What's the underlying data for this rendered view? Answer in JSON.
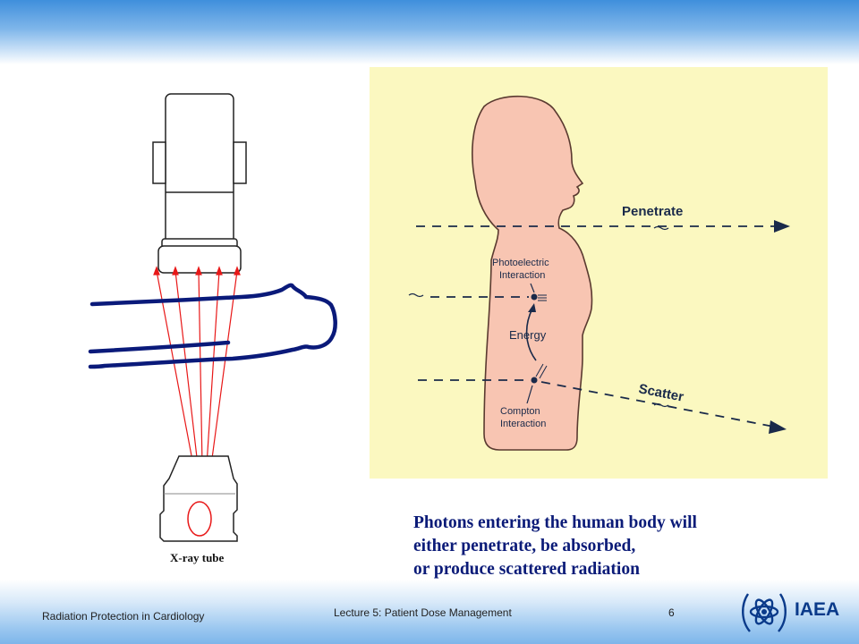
{
  "header": {},
  "figure_right": {
    "labels": {
      "penetrate": "Penetrate",
      "photoelectric": [
        "Photoelectric",
        "Interaction"
      ],
      "energy": "Energy",
      "scatter": "Scatter",
      "compton": [
        "Compton",
        "Interaction"
      ]
    },
    "background_color": "#fbf8c0",
    "body_color": "#f8c5b2"
  },
  "figure_left": {
    "tube_label": "X-ray tube",
    "patient_outline_color": "#0a1a7a",
    "beam_color": "#e81818"
  },
  "caption": {
    "lines": [
      "Photons entering the human body will",
      "either penetrate, be absorbed,",
      "or produce scattered radiation"
    ]
  },
  "footer": {
    "course": "Radiation Protection in Cardiology",
    "lecture": "Lecture 5: Patient Dose Management",
    "page_number": "6",
    "logo_text": "IAEA"
  }
}
